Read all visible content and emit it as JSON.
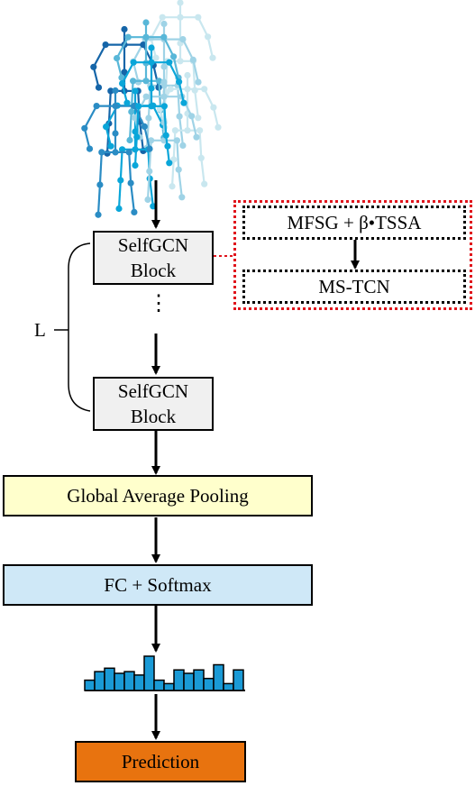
{
  "blocks": {
    "selfgcn_line1": "SelfGCN",
    "selfgcn_line2": "Block"
  },
  "layers_label": "L",
  "ellipsis": "⋮",
  "detail": {
    "top": "MFSG + β•TSSA",
    "bottom": "MS-TCN"
  },
  "pooling": "Global Average Pooling",
  "fc": "FC + Softmax",
  "prediction": "Prediction",
  "histogram_levels": [
    0.3,
    0.55,
    0.65,
    0.5,
    0.55,
    0.45,
    1.0,
    0.3,
    0.2,
    0.6,
    0.5,
    0.6,
    0.35,
    0.75,
    0.2,
    0.6
  ],
  "colors": {
    "block_fill": "#f0f0f0",
    "pooling_fill": "#ffffcc",
    "fc_fill": "#cfe8f7",
    "prediction_fill": "#e8730f",
    "detail_border": "#e0141c",
    "bar_fill": "#1a9ad6",
    "skeleton_colors": [
      "#1565a8",
      "#0aa6d9",
      "#2a8cc4",
      "#9fd3e6",
      "#58b7d8",
      "#c9e7ef"
    ]
  }
}
